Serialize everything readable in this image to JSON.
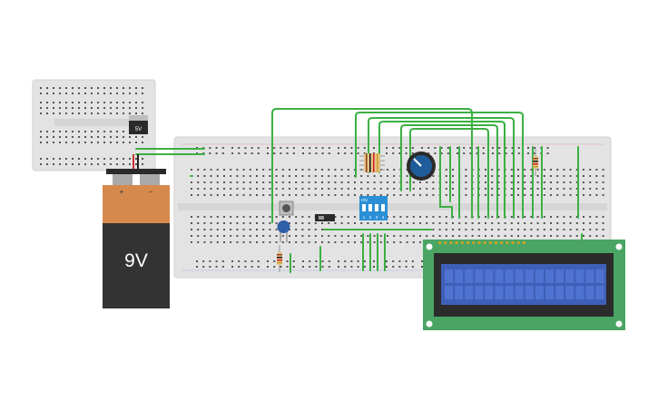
{
  "battery": {
    "voltage_label": "9V",
    "plus_label": "+",
    "minus_label": "−"
  },
  "regulator": {
    "label": "5V"
  },
  "dip_switch": {
    "on_label": "ON",
    "positions": [
      "1",
      "2",
      "3",
      "4"
    ]
  },
  "colors": {
    "breadboard": "#e3e3e3",
    "wire": "#3cb043",
    "battery_top": "#d6894c",
    "battery_body": "#333333",
    "lcd_board": "#4aa564",
    "lcd_screen": "#3f5fb8",
    "dip_switch": "#2b8fd6",
    "potentiometer": "#1f5c99",
    "capacitor": "#2f5fa8"
  }
}
